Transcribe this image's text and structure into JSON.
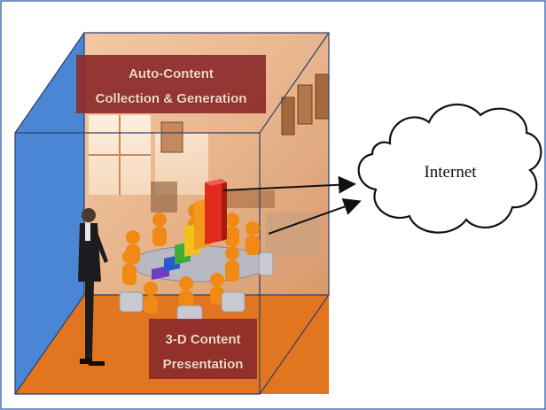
{
  "labels": {
    "top_line1": "Auto-Content",
    "top_line2": "Collection & Generation",
    "bottom_line1": "3-D Content",
    "bottom_line2": "Presentation"
  },
  "cloud": {
    "text": "Internet"
  },
  "colors": {
    "frame_border": "#4a6fb0",
    "cube_left_wall": "#4a86d4",
    "cube_floor": "#e2751f",
    "label_box": "#8c2a2a",
    "arrow": "#111111"
  },
  "icons": [
    "meeting-people-icon",
    "bar-chart-icon",
    "businessman-icon",
    "cloud-icon",
    "arrow-icon"
  ]
}
